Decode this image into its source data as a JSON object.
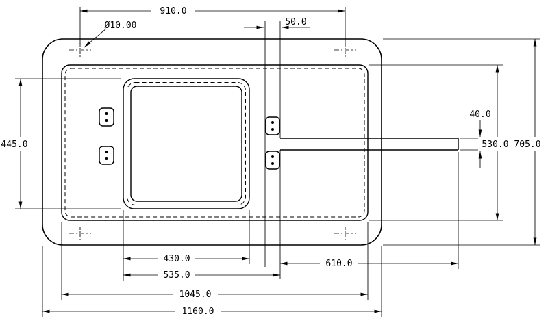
{
  "drawing": {
    "background": "#ffffff",
    "line_color": "#000000",
    "dims": {
      "hole_spacing": "910.0",
      "hole_diameter": "Ø10.00",
      "cutout_offset": "50.0",
      "slot_height": "40.0",
      "panel_height": "530.0",
      "flange_height": "705.0",
      "opening_height": "445.0",
      "opening_width": "430.0",
      "cutout_width": "535.0",
      "slot_length": "610.0",
      "panel_width": "1045.0",
      "flange_width": "1160.0"
    }
  }
}
